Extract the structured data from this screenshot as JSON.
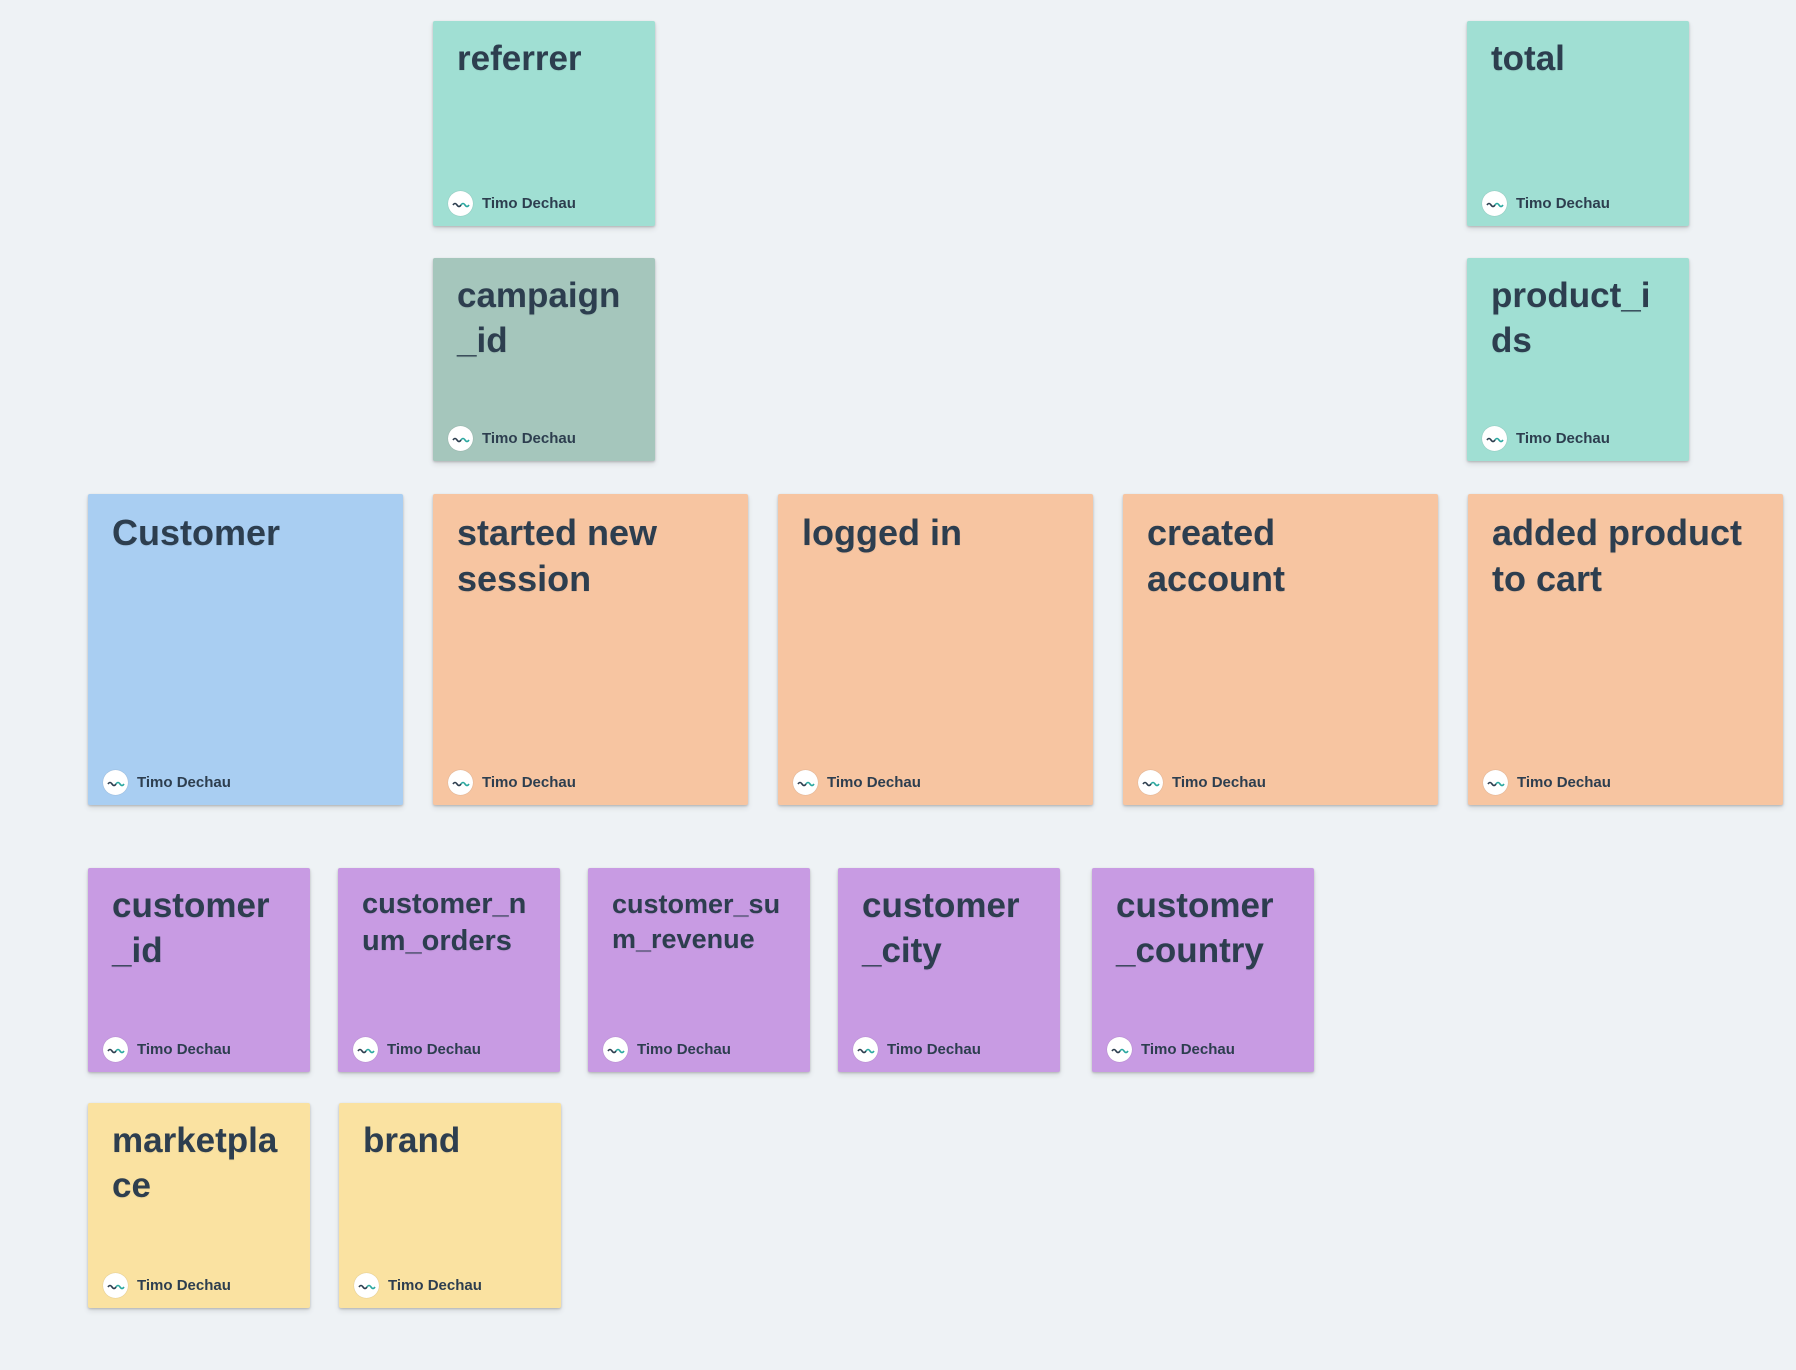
{
  "board": {
    "author": "Timo Dechau",
    "palette": {
      "background": "#EEF2F5",
      "teal": "#A0DFD3",
      "sage": "#A5C6BC",
      "blue": "#A9CEF2",
      "peach": "#F7C5A1",
      "purple": "#C89BE3",
      "yellow": "#FAE2A1",
      "text": "#2D3E4F",
      "avatar_background": "#FFFFFF",
      "avatar_logo_accent": "#2BA8A0"
    },
    "icons": {
      "avatar": "author-avatar-logo-icon"
    },
    "notes": [
      {
        "title": "referrer",
        "color": "teal"
      },
      {
        "title": "total",
        "color": "teal"
      },
      {
        "title": "campaign_id",
        "color": "sage"
      },
      {
        "title": "product_ids",
        "color": "teal"
      },
      {
        "title": "Customer",
        "color": "blue"
      },
      {
        "title": "started new session",
        "color": "peach"
      },
      {
        "title": "logged in",
        "color": "peach"
      },
      {
        "title": "created account",
        "color": "peach"
      },
      {
        "title": "added product to cart",
        "color": "peach"
      },
      {
        "title": "customer_id",
        "color": "purple"
      },
      {
        "title": "customer_num_orders",
        "color": "purple"
      },
      {
        "title": "customer_sum_revenue",
        "color": "purple"
      },
      {
        "title": "customer_city",
        "color": "purple"
      },
      {
        "title": "customer_country",
        "color": "purple"
      },
      {
        "title": "marketplace",
        "color": "yellow"
      },
      {
        "title": "brand",
        "color": "yellow"
      }
    ]
  }
}
